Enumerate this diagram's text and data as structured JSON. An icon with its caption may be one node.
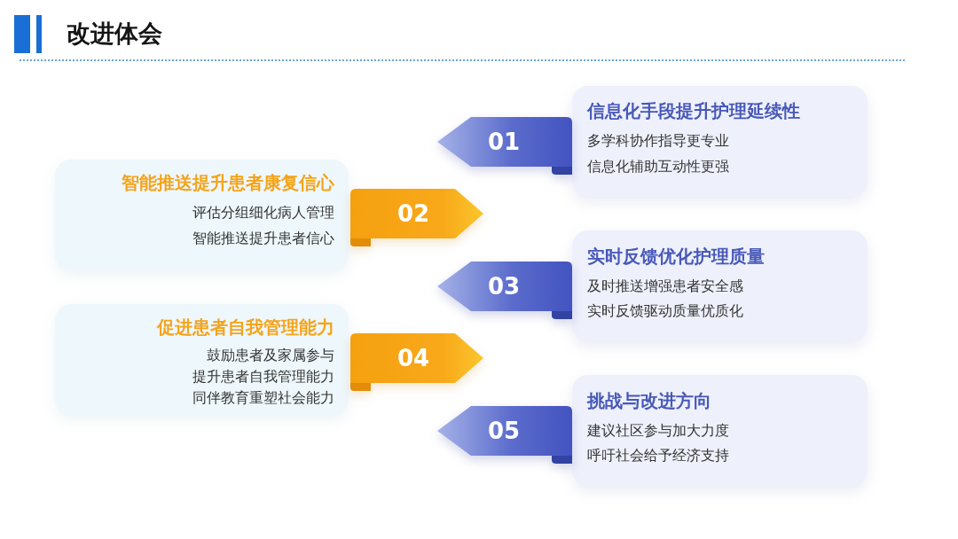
{
  "diagram": {
    "title": "改进体会",
    "nodes": [
      {
        "text": [
          "01"
        ]
      },
      {
        "text": [
          "信息化手段提升护理延续性",
          "多学科协作指导更专业",
          "信息化辅助互动性更强"
        ]
      },
      {
        "text": [
          "02"
        ]
      },
      {
        "text": [
          "智能推送提升患者康复信心",
          "评估分组细化病人管理",
          "智能推送提升患者信心"
        ]
      },
      {
        "text": [
          "03"
        ]
      },
      {
        "text": [
          "实时反馈优化护理质量",
          "及时推送增强患者安全感",
          "实时反馈驱动质量优质化"
        ]
      },
      {
        "text": [
          "04"
        ]
      },
      {
        "text": [
          "促进患者自我管理能力",
          "鼓励患者及家属参与",
          "提升患者自我管理能力",
          "同伴教育重塑社会能力"
        ]
      },
      {
        "text": [
          "05"
        ]
      },
      {
        "text": [
          "挑战与改进方向",
          "建议社区参与加大力度",
          "呼吁社会给予经济支持"
        ]
      }
    ]
  }
}
